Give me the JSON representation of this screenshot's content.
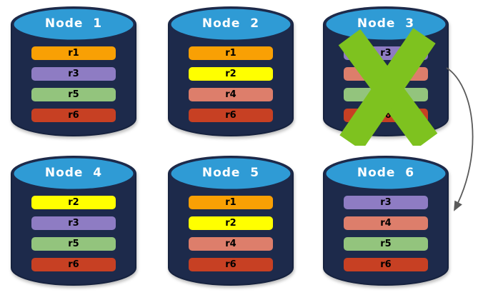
{
  "colors": {
    "background": "#FFFFFF",
    "cylinder_body": "#1D2A4B",
    "cylinder_outline": "#16223F",
    "cylinder_top": "#2F9BD5",
    "title_text": "#FFFFFF",
    "bar_text": "#000000",
    "failure_x": "#7EC21F",
    "arrow": "#5A5A5A",
    "replicas": {
      "r1": "#F9A004",
      "r2": "#FFFF00",
      "r3": "#8E7CC3",
      "r4": "#DD7E6B",
      "r5": "#93C47D",
      "r6": "#C74023"
    }
  },
  "nodes": [
    {
      "title": "Node  1",
      "replicas": [
        "r1",
        "r3",
        "r5",
        "r6"
      ],
      "failed": false
    },
    {
      "title": "Node  2",
      "replicas": [
        "r1",
        "r2",
        "r4",
        "r6"
      ],
      "failed": false
    },
    {
      "title": "Node  3",
      "replicas": [
        "r3",
        "r4",
        "r5",
        "r6"
      ],
      "failed": true
    },
    {
      "title": "Node  4",
      "replicas": [
        "r2",
        "r3",
        "r5",
        "r6"
      ],
      "failed": false
    },
    {
      "title": "Node  5",
      "replicas": [
        "r1",
        "r2",
        "r4",
        "r6"
      ],
      "failed": false
    },
    {
      "title": "Node  6",
      "replicas": [
        "r3",
        "r4",
        "r5",
        "r6"
      ],
      "failed": false
    }
  ],
  "annotations": {
    "failure_x_on": "Node 3",
    "arrow_from": "Node 3",
    "arrow_to": "Node 6"
  }
}
